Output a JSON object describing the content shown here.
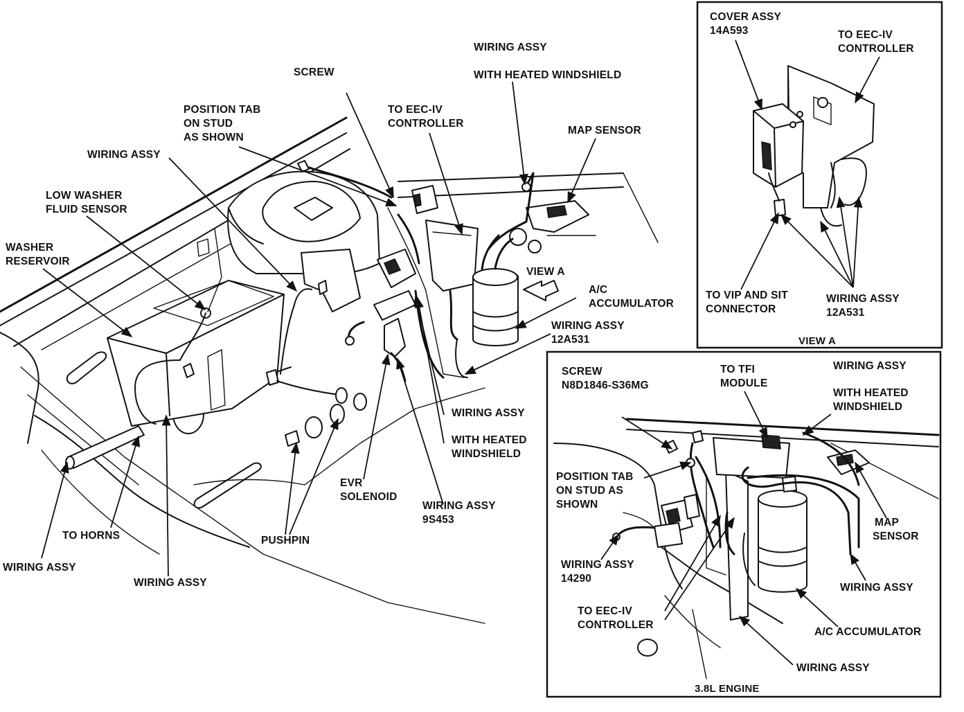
{
  "diagram": {
    "main_labels": {
      "wiring_assy_top_1": "WIRING ASSY",
      "wiring_assy_top_2": "WITH HEATED WINDSHIELD",
      "screw": "SCREW",
      "position_tab_1": "POSITION TAB",
      "position_tab_2": "ON STUD",
      "position_tab_3": "AS SHOWN",
      "eec_1": "TO EEC-IV",
      "eec_2": "CONTROLLER",
      "map_sensor": "MAP SENSOR",
      "wiring_assy_left": "WIRING ASSY",
      "low_washer_1": "LOW WASHER",
      "low_washer_2": "FLUID SENSOR",
      "washer_res_1": "WASHER",
      "washer_res_2": "RESERVOIR",
      "view_a_arrow": "VIEW A",
      "ac_acc_1": "A/C",
      "ac_acc_2": "ACCUMULATOR",
      "wiring_12a531_1": "WIRING ASSY",
      "wiring_12a531_2": "12A531",
      "wiring_heated_mid_1": "WIRING ASSY",
      "wiring_heated_mid_2": "WITH HEATED",
      "wiring_heated_mid_3": "WINDSHIELD",
      "evr_1": "EVR",
      "evr_2": "SOLENOID",
      "wiring_9s453_1": "WIRING ASSY",
      "wiring_9s453_2": "9S453",
      "to_horns": "TO HORNS",
      "pushpin": "PUSHPIN",
      "wiring_assy_bl": "WIRING ASSY",
      "wiring_assy_bc": "WIRING ASSY"
    },
    "view_a": {
      "cover_1": "COVER ASSY",
      "cover_2": "14A593",
      "eec_1": "TO EEC-IV",
      "eec_2": "CONTROLLER",
      "vip_1": "TO VIP AND SIT",
      "vip_2": "CONNECTOR",
      "wiring_1": "WIRING ASSY",
      "wiring_2": "12A531",
      "caption": "VIEW A"
    },
    "engine_inset": {
      "screw_1": "SCREW",
      "screw_2": "N8D1846-S36MG",
      "tfi_1": "TO TFI",
      "tfi_2": "MODULE",
      "wiring_heated_1": "WIRING ASSY",
      "wiring_heated_2": "WITH HEATED",
      "wiring_heated_3": "WINDSHIELD",
      "position_1": "POSITION TAB",
      "position_2": "ON STUD AS",
      "position_3": "SHOWN",
      "map_1": "MAP",
      "map_2": "SENSOR",
      "wiring_14290_1": "WIRING ASSY",
      "wiring_14290_2": "14290",
      "wiring_assy_r": "WIRING ASSY",
      "eec_1": "TO EEC-IV",
      "eec_2": "CONTROLLER",
      "ac_acc": "A/C ACCUMULATOR",
      "wiring_assy_b": "WIRING ASSY",
      "caption": "3.8L ENGINE"
    }
  }
}
